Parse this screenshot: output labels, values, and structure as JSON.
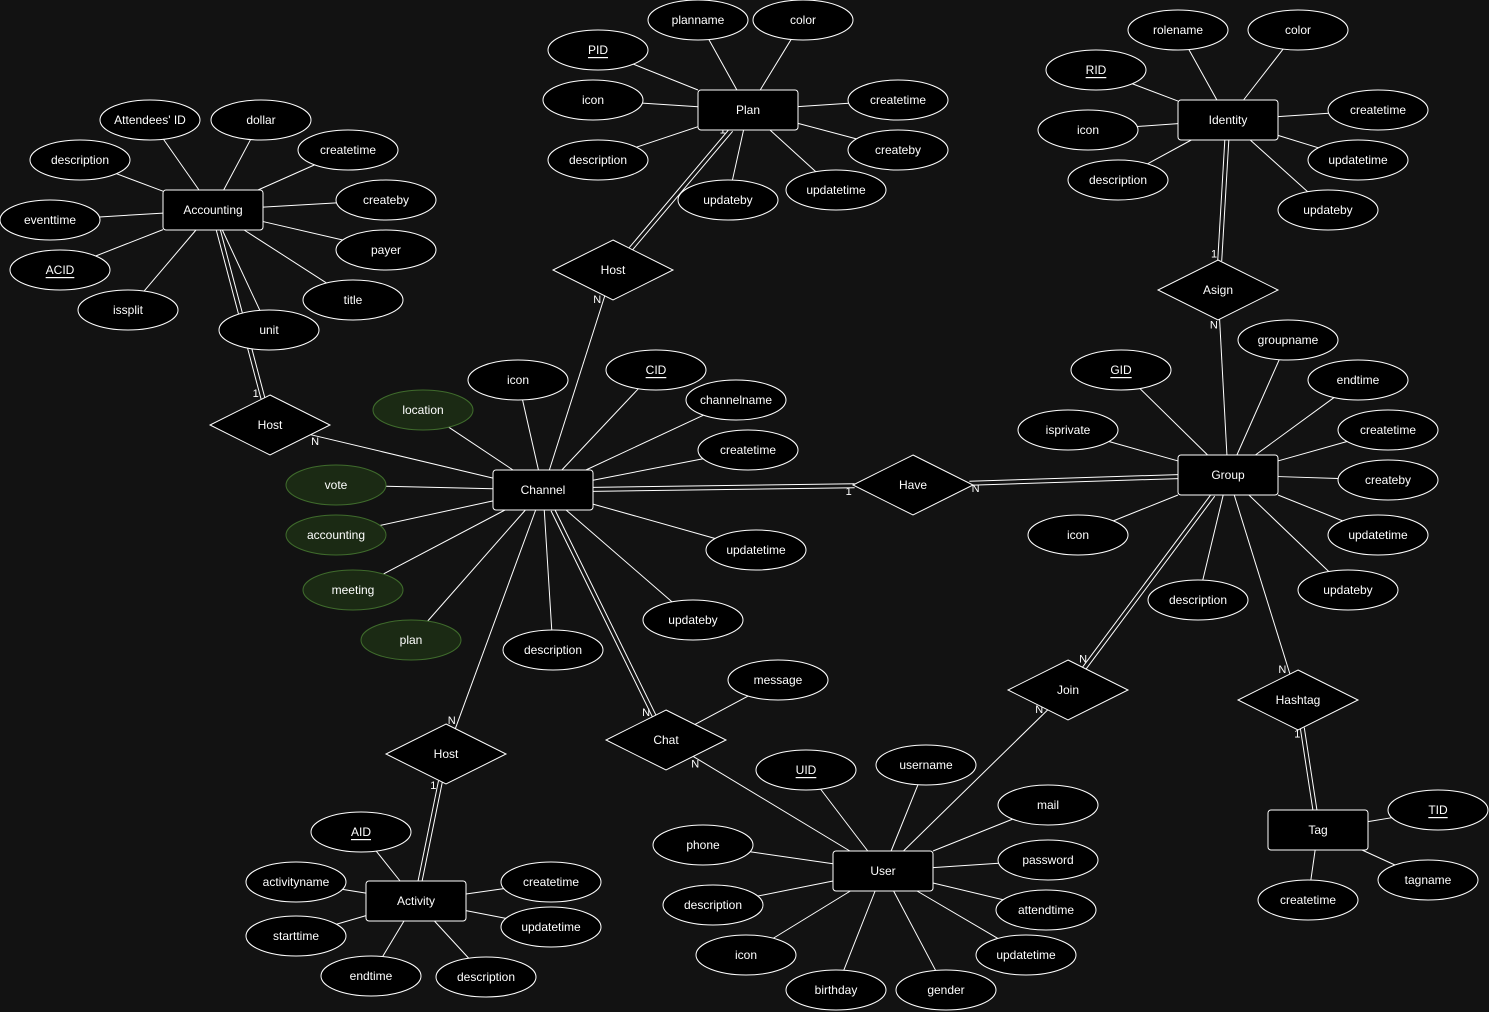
{
  "colors": {
    "background": "#121212",
    "stroke": "#ffffff",
    "fill": "#000000",
    "derived_fill": "#1b2a14",
    "derived_stroke": "#3f6b2c"
  },
  "entities": [
    {
      "id": "plan",
      "label": "Plan"
    },
    {
      "id": "identity",
      "label": "Identity"
    },
    {
      "id": "accounting",
      "label": "Accounting"
    },
    {
      "id": "channel",
      "label": "Channel"
    },
    {
      "id": "group",
      "label": "Group"
    },
    {
      "id": "user",
      "label": "User"
    },
    {
      "id": "activity",
      "label": "Activity"
    },
    {
      "id": "tag",
      "label": "Tag"
    }
  ],
  "relationships": [
    {
      "id": "host_plan",
      "label": "Host"
    },
    {
      "id": "asign",
      "label": "Asign"
    },
    {
      "id": "host_acc",
      "label": "Host"
    },
    {
      "id": "have",
      "label": "Have"
    },
    {
      "id": "join",
      "label": "Join"
    },
    {
      "id": "hashtag",
      "label": "Hashtag"
    },
    {
      "id": "host_act",
      "label": "Host"
    },
    {
      "id": "chat",
      "label": "Chat"
    }
  ],
  "attributes": [
    {
      "id": "plan_planname",
      "owner": "plan",
      "label": "planname"
    },
    {
      "id": "plan_color",
      "owner": "plan",
      "label": "color"
    },
    {
      "id": "plan_pid",
      "owner": "plan",
      "label": "PID",
      "key": true
    },
    {
      "id": "plan_icon",
      "owner": "plan",
      "label": "icon"
    },
    {
      "id": "plan_createtime",
      "owner": "plan",
      "label": "createtime"
    },
    {
      "id": "plan_createby",
      "owner": "plan",
      "label": "createby"
    },
    {
      "id": "plan_description",
      "owner": "plan",
      "label": "description"
    },
    {
      "id": "plan_updateby",
      "owner": "plan",
      "label": "updateby"
    },
    {
      "id": "plan_updatetime",
      "owner": "plan",
      "label": "updatetime"
    },
    {
      "id": "ident_rolename",
      "owner": "identity",
      "label": "rolename"
    },
    {
      "id": "ident_color",
      "owner": "identity",
      "label": "color"
    },
    {
      "id": "ident_rid",
      "owner": "identity",
      "label": "RID",
      "key": true
    },
    {
      "id": "ident_icon",
      "owner": "identity",
      "label": "icon"
    },
    {
      "id": "ident_createtime",
      "owner": "identity",
      "label": "createtime"
    },
    {
      "id": "ident_updatetime",
      "owner": "identity",
      "label": "updatetime"
    },
    {
      "id": "ident_description",
      "owner": "identity",
      "label": "description"
    },
    {
      "id": "ident_updateby",
      "owner": "identity",
      "label": "updateby"
    },
    {
      "id": "acc_attendees",
      "owner": "accounting",
      "label": "Attendees' ID"
    },
    {
      "id": "acc_dollar",
      "owner": "accounting",
      "label": "dollar"
    },
    {
      "id": "acc_description",
      "owner": "accounting",
      "label": "description"
    },
    {
      "id": "acc_createtime",
      "owner": "accounting",
      "label": "createtime"
    },
    {
      "id": "acc_createby",
      "owner": "accounting",
      "label": "createby"
    },
    {
      "id": "acc_eventtime",
      "owner": "accounting",
      "label": "eventtime"
    },
    {
      "id": "acc_payer",
      "owner": "accounting",
      "label": "payer"
    },
    {
      "id": "acc_acid",
      "owner": "accounting",
      "label": "ACID",
      "key": true
    },
    {
      "id": "acc_title",
      "owner": "accounting",
      "label": "title"
    },
    {
      "id": "acc_issplit",
      "owner": "accounting",
      "label": "issplit"
    },
    {
      "id": "acc_unit",
      "owner": "accounting",
      "label": "unit"
    },
    {
      "id": "ch_icon",
      "owner": "channel",
      "label": "icon"
    },
    {
      "id": "ch_cid",
      "owner": "channel",
      "label": "CID",
      "key": true
    },
    {
      "id": "ch_location",
      "owner": "channel",
      "label": "location",
      "derived": true
    },
    {
      "id": "ch_channelname",
      "owner": "channel",
      "label": "channelname"
    },
    {
      "id": "ch_createtime",
      "owner": "channel",
      "label": "createtime"
    },
    {
      "id": "ch_vote",
      "owner": "channel",
      "label": "vote",
      "derived": true
    },
    {
      "id": "ch_accounting",
      "owner": "channel",
      "label": "accounting",
      "derived": true
    },
    {
      "id": "ch_updatetime",
      "owner": "channel",
      "label": "updatetime"
    },
    {
      "id": "ch_meeting",
      "owner": "channel",
      "label": "meeting",
      "derived": true
    },
    {
      "id": "ch_updateby",
      "owner": "channel",
      "label": "updateby"
    },
    {
      "id": "ch_plan",
      "owner": "channel",
      "label": "plan",
      "derived": true
    },
    {
      "id": "ch_description",
      "owner": "channel",
      "label": "description"
    },
    {
      "id": "chat_message",
      "owner": "chat",
      "label": "message"
    },
    {
      "id": "grp_groupname",
      "owner": "group",
      "label": "groupname"
    },
    {
      "id": "grp_gid",
      "owner": "group",
      "label": "GID",
      "key": true
    },
    {
      "id": "grp_endtime",
      "owner": "group",
      "label": "endtime"
    },
    {
      "id": "grp_isprivate",
      "owner": "group",
      "label": "isprivate"
    },
    {
      "id": "grp_createtime",
      "owner": "group",
      "label": "createtime"
    },
    {
      "id": "grp_createby",
      "owner": "group",
      "label": "createby"
    },
    {
      "id": "grp_icon",
      "owner": "group",
      "label": "icon"
    },
    {
      "id": "grp_updatetime",
      "owner": "group",
      "label": "updatetime"
    },
    {
      "id": "grp_updateby",
      "owner": "group",
      "label": "updateby"
    },
    {
      "id": "grp_description",
      "owner": "group",
      "label": "description"
    },
    {
      "id": "tag_tid",
      "owner": "tag",
      "label": "TID",
      "key": true
    },
    {
      "id": "tag_tagname",
      "owner": "tag",
      "label": "tagname"
    },
    {
      "id": "tag_createtime",
      "owner": "tag",
      "label": "createtime"
    },
    {
      "id": "act_aid",
      "owner": "activity",
      "label": "AID",
      "key": true
    },
    {
      "id": "act_activityname",
      "owner": "activity",
      "label": "activityname"
    },
    {
      "id": "act_createtime",
      "owner": "activity",
      "label": "createtime"
    },
    {
      "id": "act_starttime",
      "owner": "activity",
      "label": "starttime"
    },
    {
      "id": "act_updatetime",
      "owner": "activity",
      "label": "updatetime"
    },
    {
      "id": "act_endtime",
      "owner": "activity",
      "label": "endtime"
    },
    {
      "id": "act_description",
      "owner": "activity",
      "label": "description"
    },
    {
      "id": "user_uid",
      "owner": "user",
      "label": "UID",
      "key": true
    },
    {
      "id": "user_username",
      "owner": "user",
      "label": "username"
    },
    {
      "id": "user_mail",
      "owner": "user",
      "label": "mail"
    },
    {
      "id": "user_phone",
      "owner": "user",
      "label": "phone"
    },
    {
      "id": "user_password",
      "owner": "user",
      "label": "password"
    },
    {
      "id": "user_description",
      "owner": "user",
      "label": "description"
    },
    {
      "id": "user_attendtime",
      "owner": "user",
      "label": "attendtime"
    },
    {
      "id": "user_icon",
      "owner": "user",
      "label": "icon"
    },
    {
      "id": "user_updatetime",
      "owner": "user",
      "label": "updatetime"
    },
    {
      "id": "user_birthday",
      "owner": "user",
      "label": "birthday"
    },
    {
      "id": "user_gender",
      "owner": "user",
      "label": "gender"
    }
  ],
  "links": [
    {
      "a": "plan",
      "b": "host_plan",
      "double": true,
      "card_a": "1"
    },
    {
      "a": "host_plan",
      "b": "channel",
      "card_a": "N"
    },
    {
      "a": "identity",
      "b": "asign",
      "double": true,
      "card_b": "1"
    },
    {
      "a": "asign",
      "b": "group",
      "card_a": "N"
    },
    {
      "a": "accounting",
      "b": "host_acc",
      "double": true,
      "card_b": "1"
    },
    {
      "a": "host_acc",
      "b": "channel",
      "card_a": "N"
    },
    {
      "a": "channel",
      "b": "have",
      "double": true,
      "card_b": "1"
    },
    {
      "a": "have",
      "b": "group",
      "double": true,
      "card_a": "N"
    },
    {
      "a": "group",
      "b": "join",
      "double": true,
      "card_b": "N"
    },
    {
      "a": "join",
      "b": "user",
      "card_a": "N"
    },
    {
      "a": "group",
      "b": "hashtag",
      "card_b": "N"
    },
    {
      "a": "hashtag",
      "b": "tag",
      "double": true,
      "card_a": "1"
    },
    {
      "a": "channel",
      "b": "host_act",
      "card_b": "N"
    },
    {
      "a": "host_act",
      "b": "activity",
      "double": true,
      "card_a": "1"
    },
    {
      "a": "channel",
      "b": "chat",
      "double": true,
      "card_b": "N"
    },
    {
      "a": "chat",
      "b": "user",
      "card_a": "N"
    }
  ]
}
